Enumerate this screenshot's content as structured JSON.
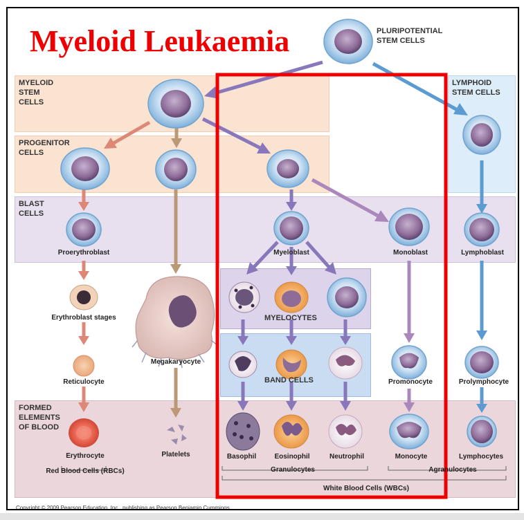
{
  "title": "Myeloid Leukaemia",
  "stage_labels": {
    "pluripotent": "PLURIPOTENTIAL\nSTEM CELLS",
    "myeloid_stem": "MYELOID\nSTEM\nCELLS",
    "lymphoid_stem": "LYMPHOID\nSTEM CELLS",
    "progenitor": "PROGENITOR\nCELLS",
    "blast": "BLAST\nCELLS",
    "myelocytes": "MYELOCYTES",
    "band_cells": "BAND CELLS",
    "formed_elements": "FORMED\nELEMENTS\nOF BLOOD"
  },
  "cell_captions": {
    "proerythroblast": "Proerythroblast",
    "myeloblast": "Myeloblast",
    "monoblast": "Monoblast",
    "lymphoblast": "Lymphoblast",
    "erythroblast_stages": "Erythroblast stages",
    "megakaryocyte": "Megakaryocyte",
    "reticulocyte": "Reticulocyte",
    "promonocyte": "Promonocyte",
    "prolymphocyte": "Prolymphocyte",
    "erythrocyte": "Erythrocyte",
    "platelets": "Platelets",
    "basophil": "Basophil",
    "eosinophil": "Eosinophil",
    "neutrophil": "Neutrophil",
    "monocyte": "Monocyte",
    "lymphocytes": "Lymphocytes"
  },
  "group_labels": {
    "rbc": "Red Blood Cells (RBCs)",
    "granulocytes": "Granulocytes",
    "agranulocytes": "Agranulocytes",
    "wbc": "White Blood Cells (WBCs)"
  },
  "copyright": "Copyright © 2009 Pearson Education, Inc., publishing as Pearson Benjamin Cummings.",
  "colors": {
    "title": "#ee0000",
    "highlight": "#ee0000",
    "myeloid_band": "#fbe3d2",
    "lymphoid_band": "#ddeefa",
    "blast_band": "#e9e0ef",
    "myelocyte_band": "#ddd3ea",
    "band_cell_band": "#c9dcf2",
    "formed_band": "#ebd6db",
    "arrow_purple": "#8877bb",
    "arrow_blue": "#5b9bd1",
    "arrow_salmon": "#dd8877",
    "arrow_tan": "#bb9977",
    "arrow_mauve": "#aa88bb"
  }
}
